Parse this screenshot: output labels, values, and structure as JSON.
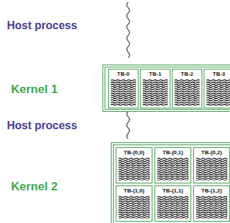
{
  "diagram": {
    "nodes": [
      {
        "text": [
          "Kernel 1"
        ]
      },
      {
        "text": [
          "TB-0"
        ],
        "in": 0
      },
      {
        "text": [
          "TB-1"
        ],
        "in": 0
      },
      {
        "text": [
          "TB-2"
        ],
        "in": 0
      },
      {
        "text": [
          "TB-3"
        ],
        "in": 0
      },
      {
        "text": [
          "Kernel 2"
        ]
      },
      {
        "text": [
          "TB-(0,0)"
        ],
        "in": 5
      },
      {
        "text": [
          "TB-(0,1)"
        ],
        "in": 5
      },
      {
        "text": [
          "TB-(0,2)"
        ],
        "in": 5
      },
      {
        "text": [
          "TB-(1,0)"
        ],
        "in": 5
      },
      {
        "text": [
          "TB-(1,1)"
        ],
        "in": 5
      },
      {
        "text": [
          "TB-(1,2)"
        ],
        "in": 5
      }
    ],
    "labels": [
      "Host process",
      "Host process"
    ]
  }
}
